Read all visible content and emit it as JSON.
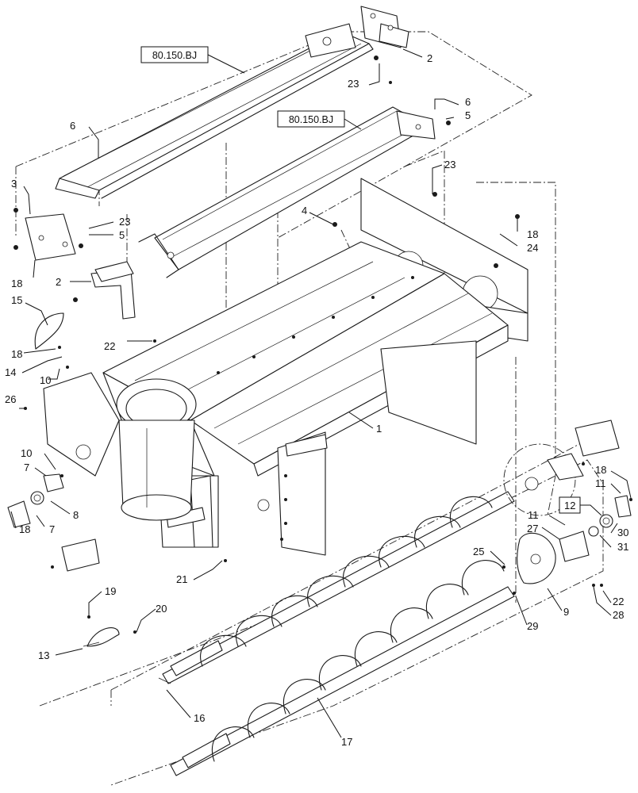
{
  "references": {
    "upper_tube": "80.150.BJ",
    "lower_tube": "80.150.BJ"
  },
  "callouts": {
    "c1": "1",
    "c2a": "2",
    "c2b": "2",
    "c3": "3",
    "c4": "4",
    "c5a": "5",
    "c5b": "5",
    "c6a": "6",
    "c6b": "6",
    "c7a": "7",
    "c7b": "7",
    "c8": "8",
    "c9": "9",
    "c10a": "10",
    "c10b": "10",
    "c11a": "11",
    "c11b": "11",
    "c12": "12",
    "c13": "13",
    "c14": "14",
    "c15": "15",
    "c16": "16",
    "c17": "17",
    "c18a": "18",
    "c18b": "18",
    "c18c": "18",
    "c18d": "18",
    "c18e": "18",
    "c19": "19",
    "c20": "20",
    "c21": "21",
    "c22a": "22",
    "c22b": "22",
    "c23a": "23",
    "c23b": "23",
    "c23c": "23",
    "c24": "24",
    "c25": "25",
    "c26": "26",
    "c27": "27",
    "c28": "28",
    "c29": "29",
    "c30": "30",
    "c31": "31"
  }
}
